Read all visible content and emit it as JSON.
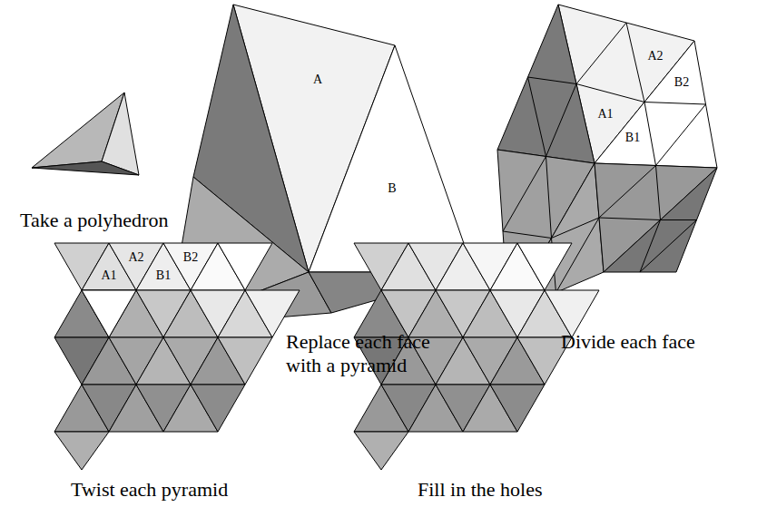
{
  "diagram": {
    "labels": [
      "Take a polyhedron",
      "A",
      "B",
      "Replace each face with a pyramid",
      "A2",
      "B2",
      "A1",
      "B1",
      "Divide each face",
      "A2",
      "B2",
      "A1",
      "B1",
      "Twist each pyramid",
      "Fill in the holes"
    ]
  }
}
